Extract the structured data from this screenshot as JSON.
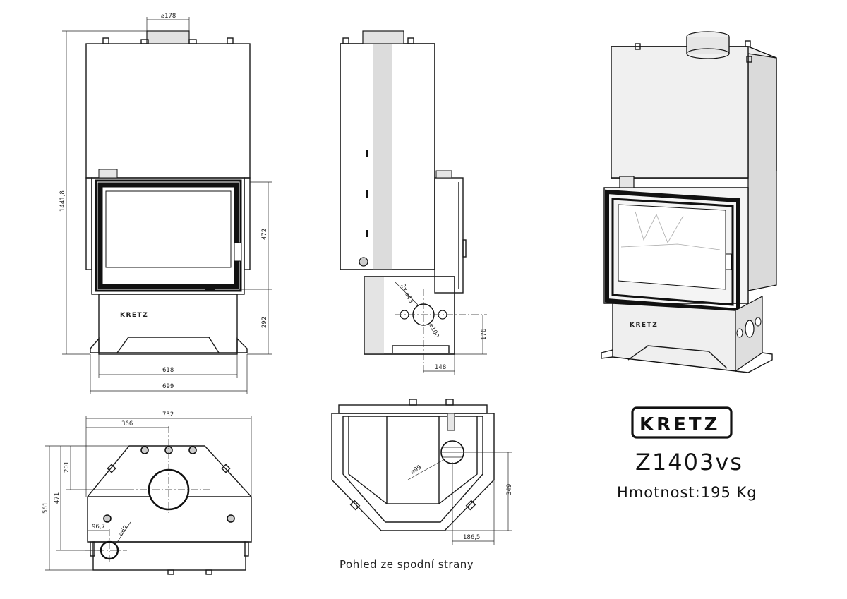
{
  "product": {
    "brand": "KRETZ",
    "model": "Z1403vs",
    "weight": "Hmotnost:195 Kg",
    "body_brand": "KRETZ"
  },
  "front_view": {
    "flue_diameter": "⌀178",
    "total_height": "1441,8",
    "door_height": "472",
    "base_height": "292",
    "inner_width": "618",
    "outer_width": "699"
  },
  "side_view": {
    "holes_label": "2x ⌀43",
    "inlet_diameter": "⌀100",
    "inlet_height": "176",
    "inlet_offset": "148"
  },
  "top_view": {
    "overall_width": "732",
    "flue_offset": "366",
    "depth_1": "201",
    "depth_2": "471",
    "total_depth": "561",
    "pipe_offset": "96,7",
    "pipe_diameter": "⌀69"
  },
  "bottom_view": {
    "caption": "Pohled ze spodní strany",
    "inlet_diameter": "⌀99",
    "inlet_depth": "349",
    "inlet_offset": "186,5"
  },
  "colors": {
    "line": "#1a1a1a",
    "glass": "#ffffff",
    "body": "#ececec",
    "shade": "#d6d6d6"
  }
}
